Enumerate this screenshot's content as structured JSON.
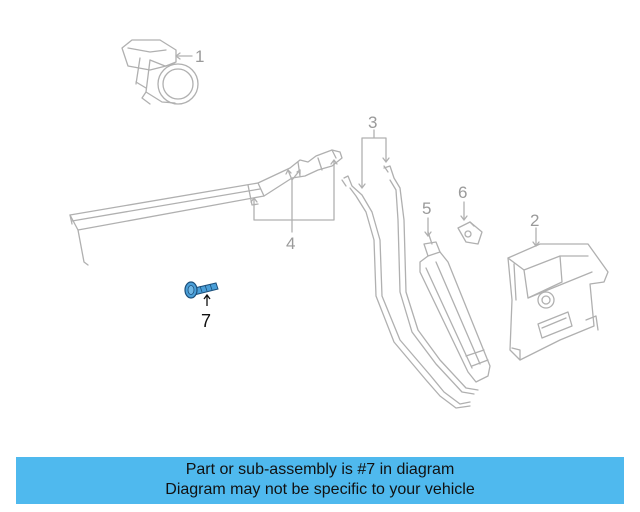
{
  "diagram": {
    "callouts": [
      {
        "id": "1",
        "label": "1"
      },
      {
        "id": "2",
        "label": "2"
      },
      {
        "id": "3",
        "label": "3"
      },
      {
        "id": "4",
        "label": "4"
      },
      {
        "id": "5",
        "label": "5"
      },
      {
        "id": "6",
        "label": "6"
      },
      {
        "id": "7",
        "label": "7",
        "highlighted": true
      }
    ],
    "highlight_color": "#4a9fd8",
    "line_color": "#b0b0b0"
  },
  "banner": {
    "line1": "Part or sub-assembly is #7 in diagram",
    "line2": "Diagram may not be specific to your vehicle",
    "background": "#4fb9ee"
  }
}
